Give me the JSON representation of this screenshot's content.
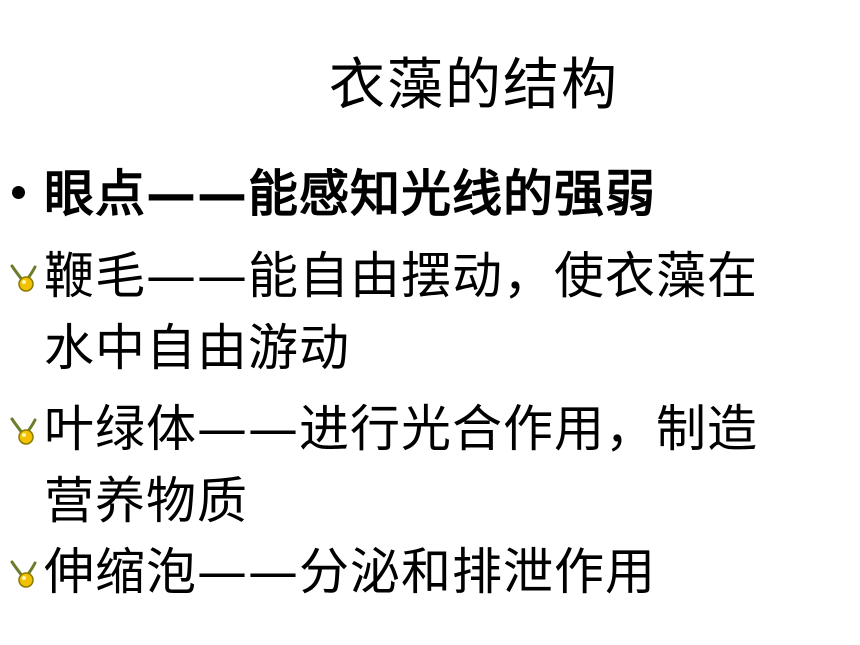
{
  "slide": {
    "title": "衣藻的结构",
    "bullets": [
      {
        "icon": "bullet-dot-icon",
        "lines": [
          "眼点——能感知光线的强弱"
        ]
      },
      {
        "icon": "leaf-bullet-icon",
        "lines": [
          "鞭毛——能自由摆动，使衣藻在",
          "水中自由游动"
        ]
      },
      {
        "icon": "leaf-bullet-icon",
        "lines": [
          "叶绿体——进行光合作用，制造",
          "营养物质"
        ]
      },
      {
        "icon": "leaf-bullet-icon",
        "lines": [
          "伸缩泡——分泌和排泄作用"
        ]
      }
    ]
  },
  "colors": {
    "text": "#000000",
    "bullet_yellow": "#f2c200",
    "bullet_olive": "#6b7d2a"
  }
}
